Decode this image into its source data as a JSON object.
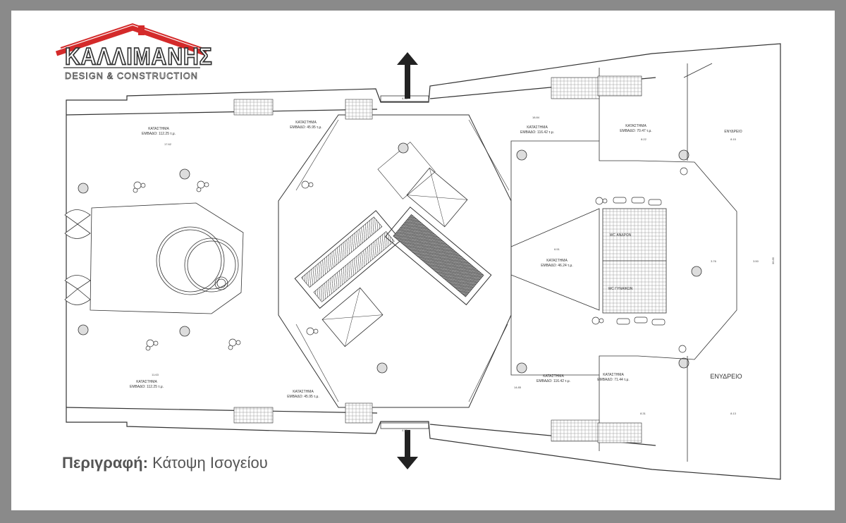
{
  "brand": {
    "name": "ΚΑΛΛΙΜΑΝΗΣ",
    "subtitle": "DESIGN & CONSTRUCTION",
    "accent_color": "#d42a2a"
  },
  "description": {
    "label": "Περιγραφή:",
    "value": "Κάτοψη Ισογείου"
  },
  "plan": {
    "shops": [
      {
        "name": "ΚΑΤΑΣΤΗΜΑ",
        "area": "ΕΜΒΑΔΟ: 112.25 τ.μ."
      },
      {
        "name": "ΚΑΤΑΣΤΗΜΑ",
        "area": "ΕΜΒΑΔΟ: 45.95 τ.μ."
      },
      {
        "name": "ΚΑΤΑΣΤΗΜΑ",
        "area": "ΕΜΒΑΔΟ: 116.42 τ.μ."
      },
      {
        "name": "ΚΑΤΑΣΤΗΜΑ",
        "area": "ΕΜΒΑΔΟ: 70.47 τ.μ."
      },
      {
        "name": "ΚΑΤΑΣΤΗΜΑ",
        "area": "ΕΜΒΑΔΟ: 46.24 τ.μ."
      },
      {
        "name": "ΚΑΤΑΣΤΗΜΑ",
        "area": "ΕΜΒΑΔΟ: 112.25 τ.μ."
      },
      {
        "name": "ΚΑΤΑΣΤΗΜΑ",
        "area": "ΕΜΒΑΔΟ: 45.95 τ.μ."
      },
      {
        "name": "ΚΑΤΑΣΤΗΜΑ",
        "area": "ΕΜΒΑΔΟ: 116.42 τ.μ."
      },
      {
        "name": "ΚΑΤΑΣΤΗΜΑ",
        "area": "ΕΜΒΑΔΟ: 71.44 τ.μ."
      }
    ],
    "aquarium_small": "ΕΝΥΔΡΕΙΟ",
    "aquarium_large": "ΕΝΥΔΡΕΙΟ",
    "wc_men": "WC ΑΝΔΡΩΝ",
    "wc_women": "WC ΓΥΝΑΙΚΩΝ",
    "dims": {
      "top_entrance": "4.35",
      "bottom_entrance": "4.35",
      "d1": "17.62",
      "d2": "11.63",
      "d3": "18.84",
      "d4": "8.22",
      "d5": "8.15",
      "d6": "6.51",
      "d7": "3.76",
      "d8": "3.50",
      "d9": "14.85",
      "d10": "8.31",
      "d11": "8.13",
      "d12": "36.85"
    }
  }
}
